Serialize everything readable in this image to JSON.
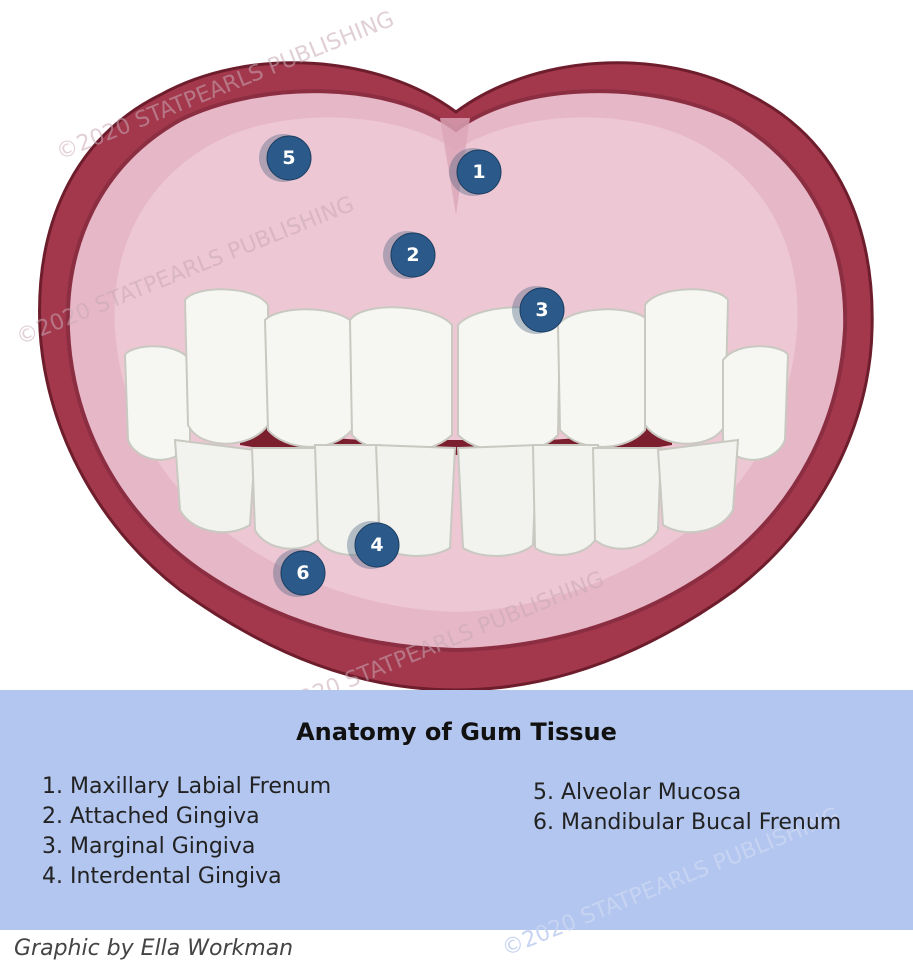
{
  "diagram": {
    "markers": [
      {
        "number": "1"
      },
      {
        "number": "2"
      },
      {
        "number": "3"
      },
      {
        "number": "4"
      },
      {
        "number": "5"
      },
      {
        "number": "6"
      }
    ],
    "watermark_text": "©2020 STATPEARLS PUBLISHING"
  },
  "legend": {
    "title": "Anatomy of Gum Tissue",
    "left_items": [
      "1. Maxillary Labial Frenum",
      "2. Attached Gingiva",
      "3. Marginal Gingiva",
      "4. Interdental Gingiva"
    ],
    "right_items": [
      "5. Alveolar Mucosa",
      "6. Mandibular Bucal Frenum"
    ]
  },
  "credit": "Graphic by Ella Workman",
  "colors": {
    "lip": "#a3384c",
    "lip_dark": "#7e2436",
    "gum": "#e6b7c7",
    "gum_light": "#efcdd9",
    "tooth": "#f6f6f3",
    "marker": "#2b5a8a",
    "legend_bg": "#b3c6ef"
  }
}
